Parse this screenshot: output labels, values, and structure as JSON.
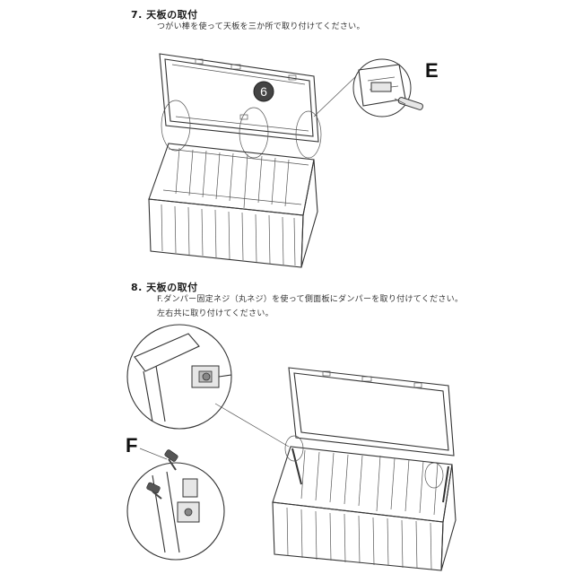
{
  "step7": {
    "title": "7. 天板の取付",
    "description": "つがい棒を使って天板を三か所で取り付けてください。",
    "badge": "6",
    "part_label": "E"
  },
  "step8": {
    "title": "8. 天板の取付",
    "description_line1": "F.ダンパー固定ネジ（丸ネジ）を使って側面板にダンパーを取り付けてください。",
    "description_line2": "左右共に取り付けてください。",
    "part_label": "F"
  }
}
